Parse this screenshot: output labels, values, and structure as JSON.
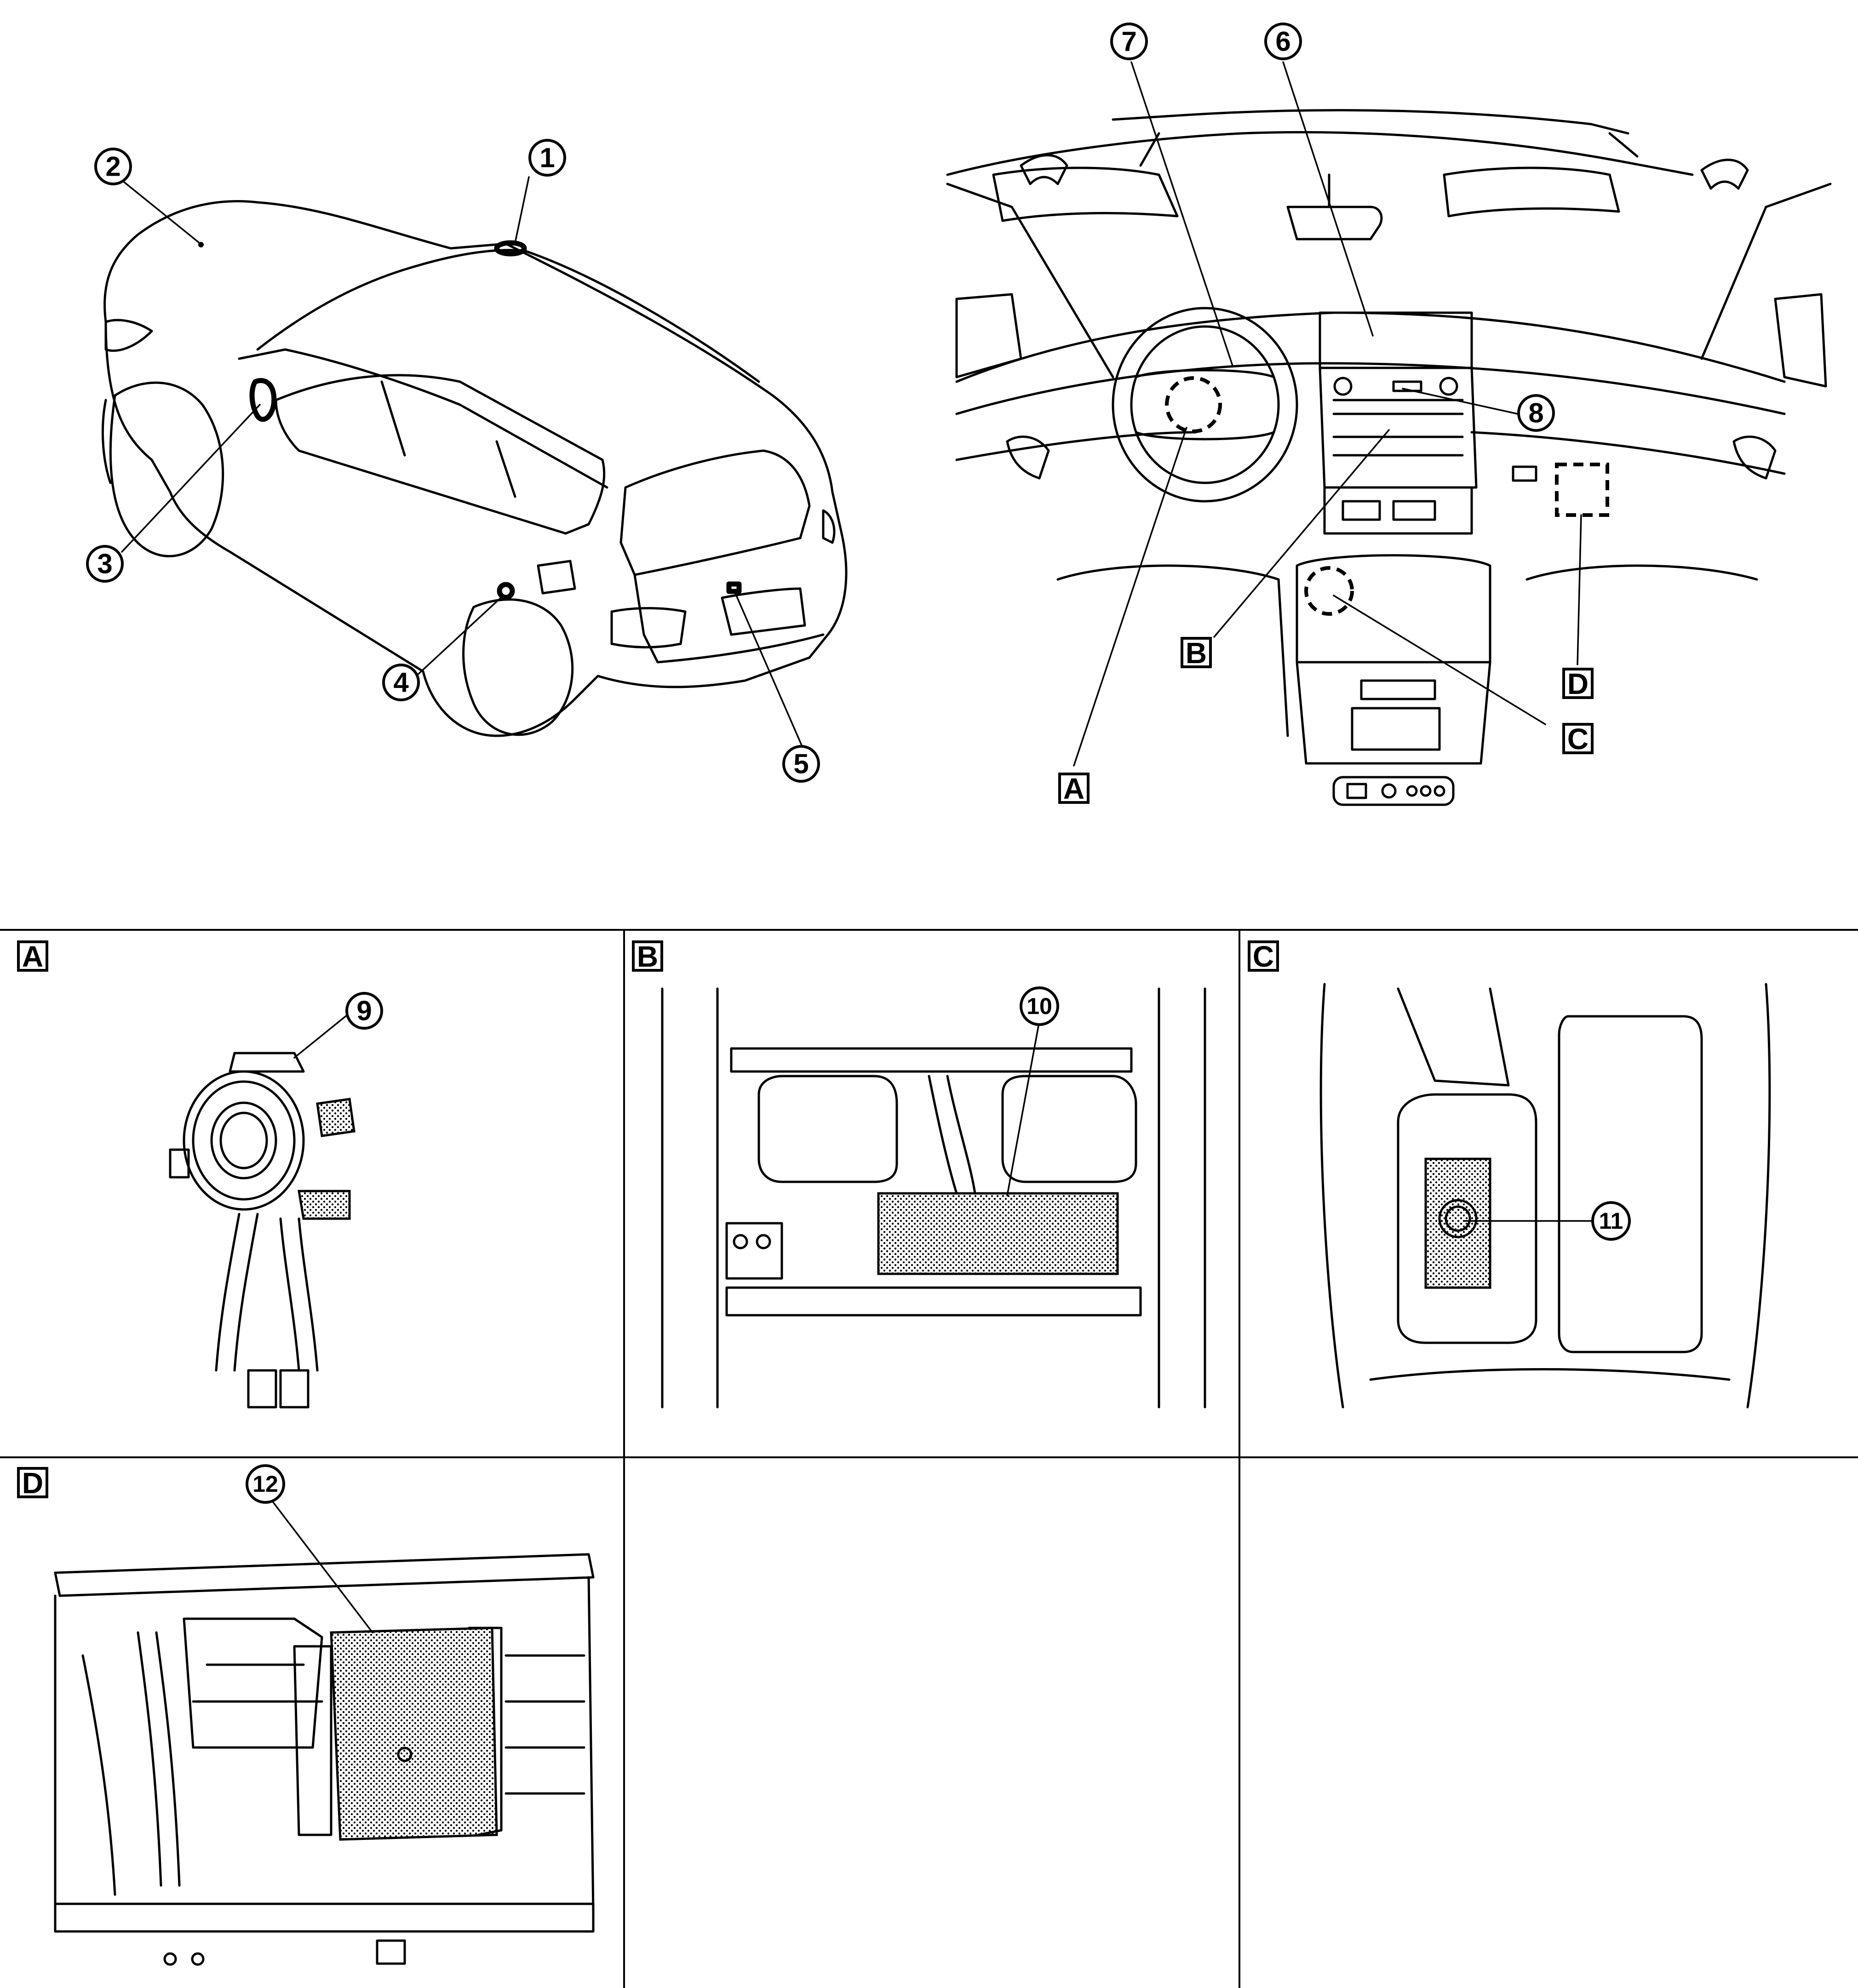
{
  "callouts": [
    "1",
    "2",
    "3",
    "4",
    "5",
    "6",
    "7",
    "8",
    "9",
    "10",
    "11",
    "12"
  ],
  "views": [
    "A",
    "B",
    "C",
    "D"
  ]
}
